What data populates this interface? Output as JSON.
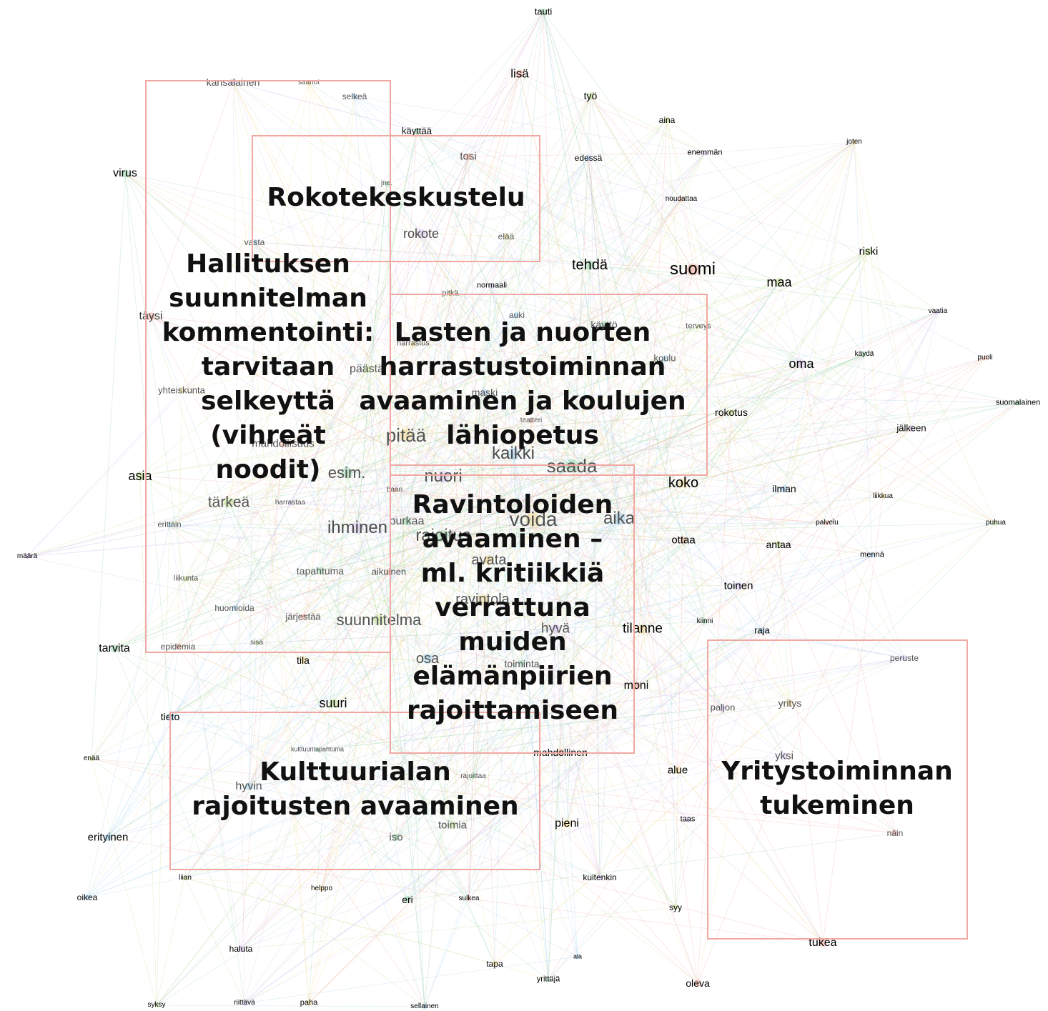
{
  "colors": {
    "box_border": "#f0a9a2",
    "label_text": "#111111",
    "edge_palette": [
      "#9fd8b0",
      "#f2b2a8",
      "#c8e39a",
      "#d9c7ee",
      "#f3dc9a",
      "#a9d3f0"
    ]
  },
  "clusters": [
    {
      "id": "hallitus",
      "lines": [
        "Hallituksen",
        "suunnitelman",
        "kommentointi:",
        "tarvitaan",
        "selkeyttä",
        "(vihreät",
        "noodit)"
      ]
    },
    {
      "id": "rokote",
      "lines": [
        "Rokotekeskustelu"
      ]
    },
    {
      "id": "lapset",
      "lines": [
        "Lasten ja nuorten",
        "harrastustoiminnan",
        "avaaminen  ja koulujen",
        "lähiopetus"
      ]
    },
    {
      "id": "ravintolat",
      "lines": [
        "Ravintoloiden",
        "avaaminen –",
        "ml. kritiikkiä",
        "verrattuna",
        "muiden",
        "elämänpiirien",
        "rajoittamiseen"
      ]
    },
    {
      "id": "kulttuuri",
      "lines": [
        "Kulttuurialan",
        "rajoitusten avaaminen"
      ]
    },
    {
      "id": "yritys",
      "lines": [
        "Yritystoiminnan",
        "tukeminen"
      ]
    }
  ],
  "words": [
    "tauti",
    "lisä",
    "työ",
    "kansalainen",
    "saanut",
    "selkeä",
    "käyttää",
    "tosi",
    "aina",
    "enemmän",
    "joten",
    "edessä",
    "virus",
    "noudattaa",
    "riski",
    "rokote",
    "elää",
    "vasta",
    "tehdä",
    "suomi",
    "maa",
    "normaali",
    "pitkä",
    "auki",
    "käyttö",
    "täysi",
    "terveys",
    "vaatia",
    "harrastus",
    "koulu",
    "käydä",
    "puoli",
    "päästä",
    "oma",
    "yhteiskunta",
    "maski",
    "suomalainen",
    "teatteri",
    "rokotus",
    "jälkeen",
    "pitää",
    "kaikki",
    "saada",
    "mahdollisuus",
    "asia",
    "nuori",
    "koko",
    "ilman",
    "esim.",
    "baari",
    "tärkeä",
    "harrastaa",
    "liikkua",
    "aika",
    "purkaa",
    "palvelu",
    "puhua",
    "ihminen",
    "voida",
    "erittäin",
    "rajoitus",
    "ottaa",
    "antaa",
    "määrä",
    "avata",
    "mennä",
    "tapahtuma",
    "aikuinen",
    "liikunta",
    "toinen",
    "ravintola",
    "huomioida",
    "kiinni",
    "järjestää",
    "suunnitelma",
    "hyvä",
    "tilanne",
    "raja",
    "tarvita",
    "epidemia",
    "sisä",
    "peruste",
    "tila",
    "osa",
    "toiminta",
    "moni",
    "suuri",
    "paljon",
    "yritys",
    "tieto",
    "kulttuuritapahtuma",
    "mahdollinen",
    "enää",
    "yksi",
    "alue",
    "hyvin",
    "rajoittaa",
    "tukea",
    "toimia",
    "taas",
    "pieni",
    "erityinen",
    "iso",
    "näin",
    "liian",
    "kuitenkin",
    "helppo",
    "oikea",
    "eri",
    "sulkea",
    "syy",
    "haluta",
    "tapa",
    "ala",
    "yrittäjä",
    "oleva",
    "syksy",
    "riittävä",
    "paha",
    "sellainen",
    "jne."
  ]
}
